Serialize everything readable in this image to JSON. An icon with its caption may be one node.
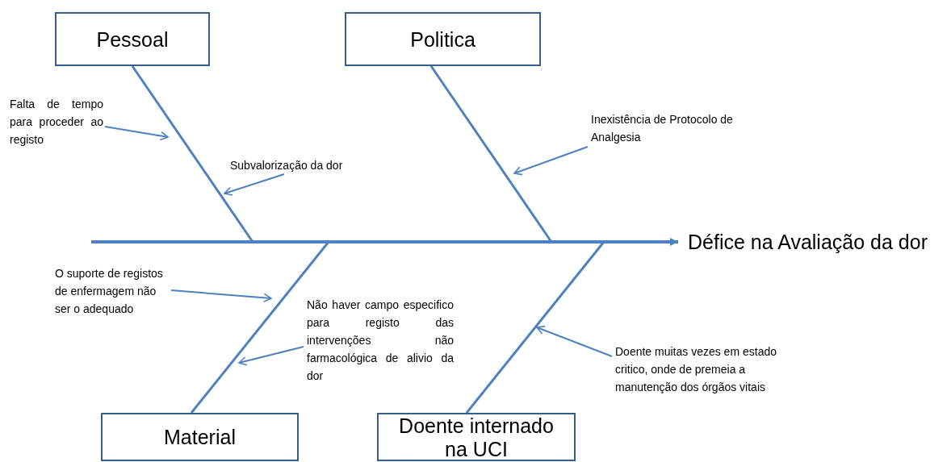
{
  "diagram": {
    "nodes": [
      {
        "text": [
          "Pessoal"
        ]
      },
      {
        "text": [
          "Politica"
        ]
      },
      {
        "text": [
          "Material"
        ]
      },
      {
        "text": [
          "Doente internado na UCI"
        ]
      },
      {
        "text": [
          "Défice na Avaliação da dor"
        ]
      },
      {
        "text": [
          "Falta de tempo para proceder ao registo"
        ]
      },
      {
        "text": [
          "Subvalorização da dor"
        ]
      },
      {
        "text": [
          "Inexistência de Protocolo de Analgesia"
        ]
      },
      {
        "text": [
          "O suporte de registos de enfermagem não ser o adequado"
        ]
      },
      {
        "text": [
          "Não haver campo especifico para registo das intervenções não farmacológica de alivio da dor"
        ]
      },
      {
        "text": [
          "Doente muitas vezes em estado critico, onde de premeia a manutenção dos órgãos vitais"
        ]
      }
    ],
    "edges": [
      {
        "from": null,
        "to": 4,
        "arrow": "to",
        "style": "thick"
      },
      {
        "from": 0,
        "to": null,
        "arrow": "none"
      },
      {
        "from": 1,
        "to": null,
        "arrow": "none"
      },
      {
        "from": 2,
        "to": null,
        "arrow": "none"
      },
      {
        "from": 3,
        "to": null,
        "arrow": "none"
      },
      {
        "from": 5,
        "to": null,
        "arrow": "to"
      },
      {
        "from": 6,
        "to": null,
        "arrow": "to"
      },
      {
        "from": 7,
        "to": null,
        "arrow": "to"
      },
      {
        "from": 8,
        "to": null,
        "arrow": "to"
      },
      {
        "from": 9,
        "to": null,
        "arrow": "to"
      },
      {
        "from": 10,
        "to": null,
        "arrow": "to"
      }
    ]
  }
}
